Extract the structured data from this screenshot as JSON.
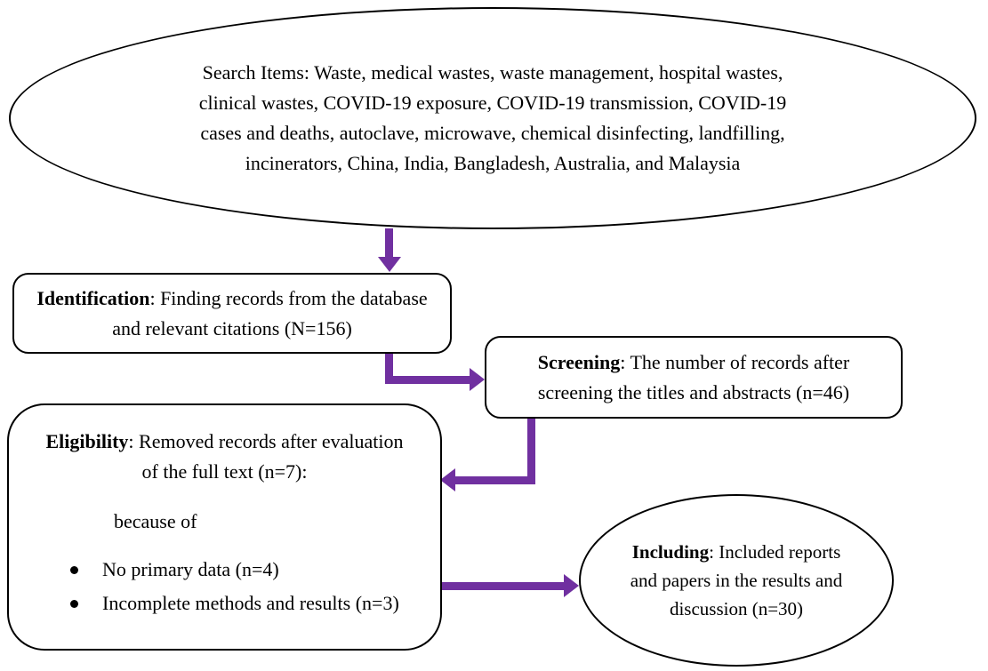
{
  "colors": {
    "arrow": "#7030A0",
    "border": "#000000",
    "text": "#000000",
    "background": "#FFFFFF"
  },
  "nodes": {
    "search": {
      "text": "Search Items: Waste, medical wastes, waste management, hospital wastes, clinical wastes, COVID-19 exposure, COVID-19 transmission, COVID-19 cases and deaths, autoclave, microwave, chemical disinfecting, landfilling, incinerators, China, India, Bangladesh, Australia, and Malaysia"
    },
    "identification": {
      "label": "Identification",
      "rest": ": Finding records from the database and relevant citations (N=156)"
    },
    "screening": {
      "label": "Screening",
      "rest": ": The number of records after screening the titles and abstracts (n=46)"
    },
    "eligibility": {
      "label": "Eligibility",
      "rest": ": Removed records after evaluation of the full text (n=7):",
      "because": "because of",
      "bullets": [
        "No primary data (n=4)",
        "Incomplete methods and results (n=3)"
      ]
    },
    "including": {
      "label": "Including",
      "rest": ": Included reports and papers in the results and discussion (n=30)"
    }
  }
}
